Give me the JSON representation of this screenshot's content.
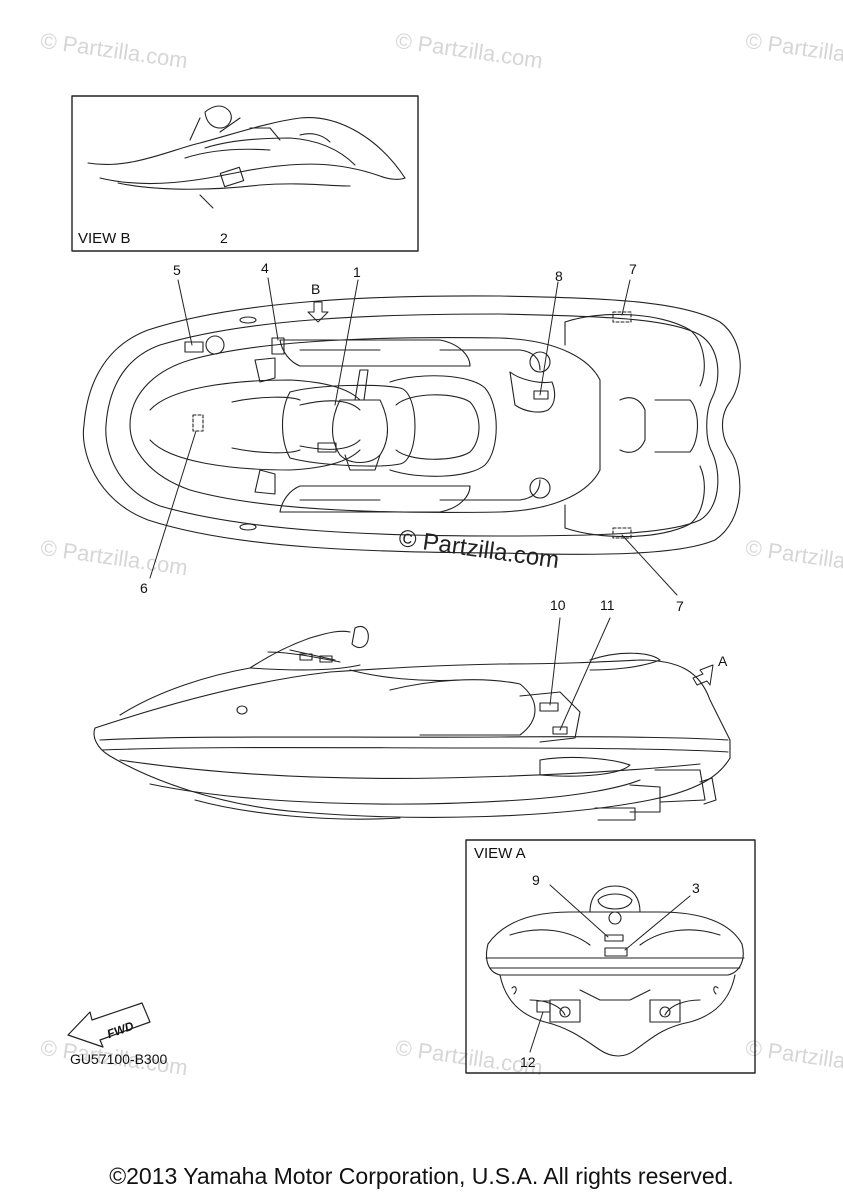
{
  "watermark": "© Partzilla.com",
  "center_watermark": "© Partzilla.com",
  "views": {
    "b": "VIEW B",
    "a": "VIEW A"
  },
  "direction_labels": {
    "b": "B",
    "a": "A",
    "fwd": "FWD"
  },
  "callouts": {
    "c1": "1",
    "c2": "2",
    "c3": "3",
    "c4": "4",
    "c5": "5",
    "c6": "6",
    "c7a": "7",
    "c7b": "7",
    "c8": "8",
    "c9": "9",
    "c10": "10",
    "c11": "11",
    "c12": "12"
  },
  "diagram_code": "GU57100-B300",
  "copyright": "©2013 Yamaha Motor Corporation, U.S.A. All rights reserved."
}
